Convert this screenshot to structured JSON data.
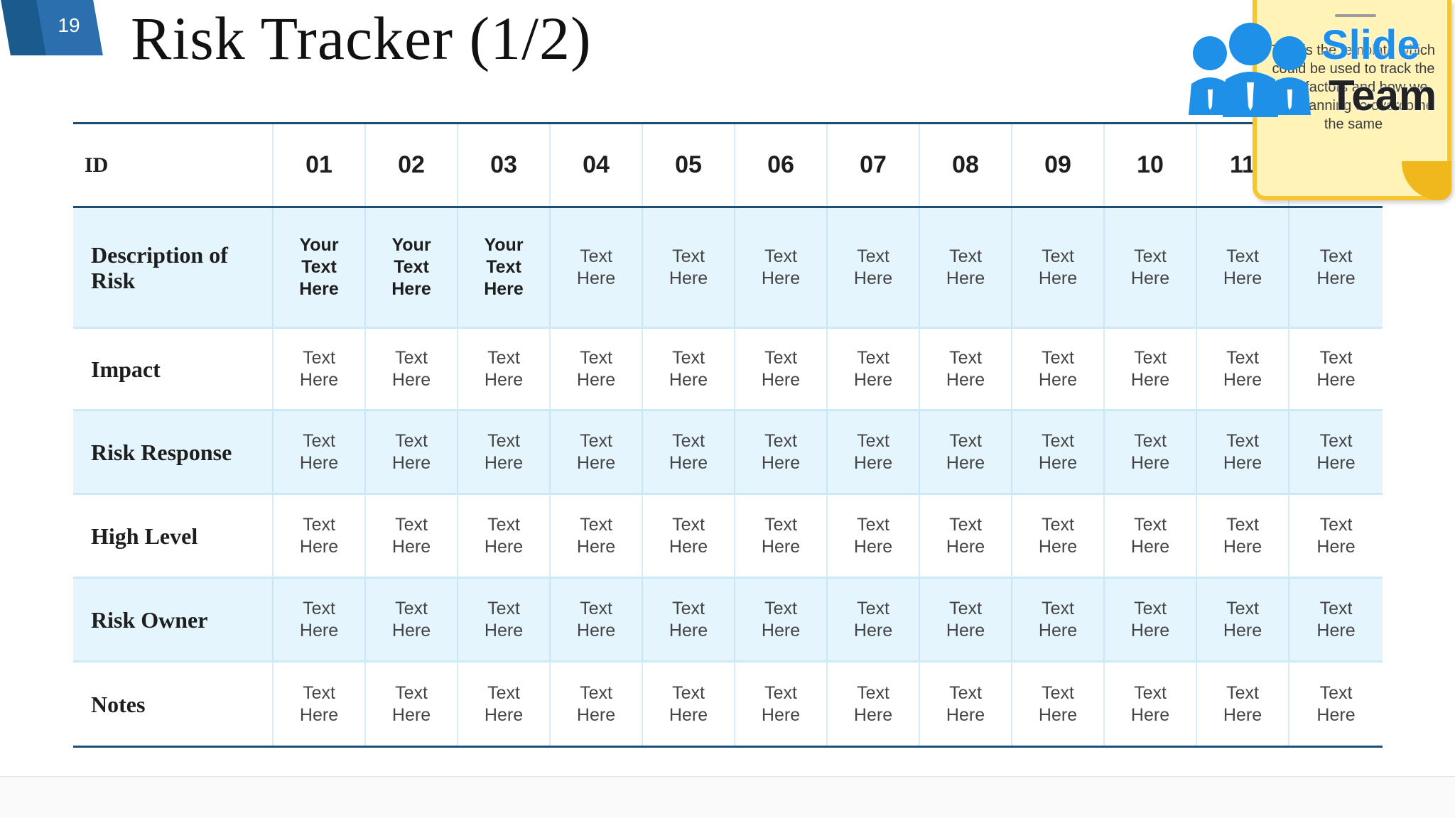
{
  "slide": {
    "number": "19",
    "title": "Risk Tracker (1/2)"
  },
  "sticky_note": {
    "text": "This is the template which could be used to track the risk factors and how we are planning to overcome the same"
  },
  "logo": {
    "word1": "Slide",
    "word2": "Team",
    "icon": "people-group-icon"
  },
  "table": {
    "header_label": "ID",
    "columns": [
      "01",
      "02",
      "03",
      "04",
      "05",
      "06",
      "07",
      "08",
      "09",
      "10",
      "11",
      ""
    ],
    "rows": [
      {
        "label": "Description of Risk",
        "cells": [
          "Your Text Here",
          "Your Text Here",
          "Your Text Here",
          "Text Here",
          "Text Here",
          "Text Here",
          "Text Here",
          "Text Here",
          "Text Here",
          "Text Here",
          "Text Here",
          "Text Here"
        ]
      },
      {
        "label": "Impact",
        "cells": [
          "Text Here",
          "Text Here",
          "Text Here",
          "Text Here",
          "Text Here",
          "Text Here",
          "Text Here",
          "Text Here",
          "Text Here",
          "Text Here",
          "Text Here",
          "Text Here"
        ]
      },
      {
        "label": "Risk Response",
        "cells": [
          "Text Here",
          "Text Here",
          "Text Here",
          "Text Here",
          "Text Here",
          "Text Here",
          "Text Here",
          "Text Here",
          "Text Here",
          "Text Here",
          "Text Here",
          "Text Here"
        ]
      },
      {
        "label": "High Level",
        "cells": [
          "Text Here",
          "Text Here",
          "Text Here",
          "Text Here",
          "Text Here",
          "Text Here",
          "Text Here",
          "Text Here",
          "Text Here",
          "Text Here",
          "Text Here",
          "Text Here"
        ]
      },
      {
        "label": "Risk Owner",
        "cells": [
          "Text Here",
          "Text Here",
          "Text Here",
          "Text Here",
          "Text Here",
          "Text Here",
          "Text Here",
          "Text Here",
          "Text Here",
          "Text Here",
          "Text Here",
          "Text Here"
        ]
      },
      {
        "label": "Notes",
        "cells": [
          "Text Here",
          "Text Here",
          "Text Here",
          "Text Here",
          "Text Here",
          "Text Here",
          "Text Here",
          "Text Here",
          "Text Here",
          "Text Here",
          "Text Here",
          "Text Here"
        ]
      }
    ]
  },
  "colors": {
    "rule": "#1c4f76",
    "shaded_row": "#e5f5fd",
    "note_fill": "#fff3b8",
    "note_border": "#f7c52e",
    "logo_blue": "#1e90e8"
  }
}
